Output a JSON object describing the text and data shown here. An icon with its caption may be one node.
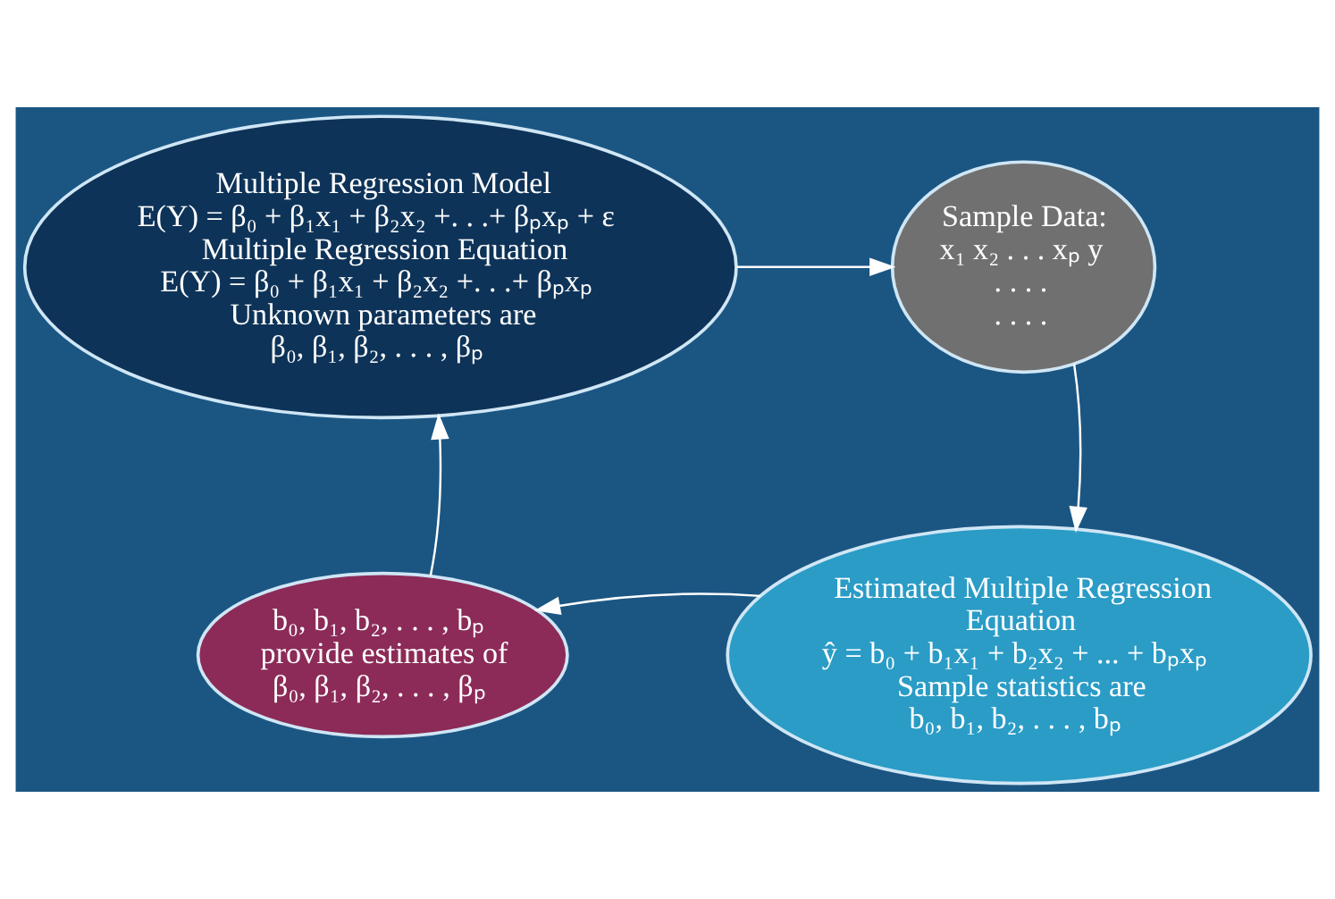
{
  "diagram": {
    "nodes": [
      {
        "text": [
          "Multiple Regression Model",
          "E(Y) = β₀ + β₁x₁ + β₂x₂ +. . .+ βₚxₚ + ε",
          "Multiple Regression Equation",
          "E(Y) = β₀ + β₁x₁ + β₂x₂ +. . .+ βₚxₚ",
          "Unknown parameters are",
          "β₀, β₁, β₂, . . . , βₚ"
        ]
      },
      {
        "text": [
          "Sample Data:",
          "x₁ x₂ . . . xₚ y",
          ". . . .",
          ". . . ."
        ]
      },
      {
        "text": [
          "Estimated Multiple Regression Equation",
          "ŷ = b₀ + b₁x₁ + b₂x₂ + ... + bₚxₚ",
          "Sample statistics are",
          "b₀, b₁, b₂, . . . , bₚ"
        ]
      },
      {
        "text": [
          "b₀, b₁, b₂, . . . , bₚ provide estimates of β₀, β₁, β₂, . . . , βₚ"
        ]
      }
    ],
    "edges": [
      {
        "from": 0,
        "to": 1,
        "arrow": "to"
      },
      {
        "from": 1,
        "to": 2,
        "arrow": "to"
      },
      {
        "from": 2,
        "to": 3,
        "arrow": "to"
      },
      {
        "from": 3,
        "to": 0,
        "arrow": "to"
      }
    ]
  }
}
